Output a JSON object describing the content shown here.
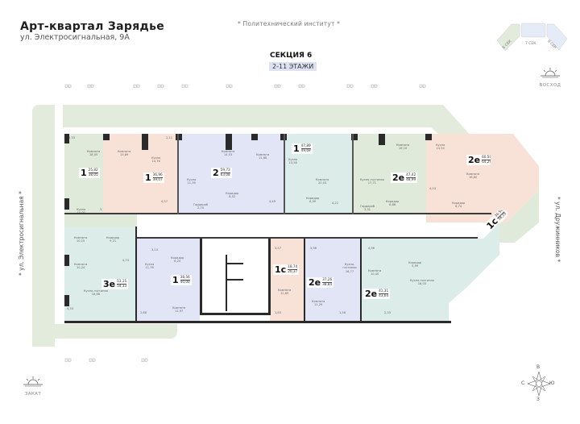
{
  "header": {
    "title": "Арт-квартал  Зарядье",
    "address": "ул. Электросигнальная, 9А",
    "landmark_note": "* Политехнический институт *"
  },
  "section": {
    "title": "СЕКЦИЯ 6",
    "floors": "2-11 ЭТАЖИ"
  },
  "key_plan": {
    "sections": [
      {
        "label": "6 СЕК",
        "color": "#e3ecdc",
        "highlighted": true
      },
      {
        "label": "7 СЕК",
        "color": "#e6ecf7",
        "highlighted": false
      },
      {
        "label": "8 СЕК",
        "color": "#e6ecf7",
        "highlighted": false
      }
    ]
  },
  "streets": {
    "left": "* ул. Электросигнальная *",
    "right": "* ул. Дружинников *"
  },
  "sun": {
    "sunrise": "ВОСХОД",
    "sunset": "ЗАКАТ"
  },
  "compass": {
    "north": "В",
    "south": "З",
    "west": "С",
    "east": "Ю"
  },
  "colors": {
    "green": "#dfeadb",
    "peach": "#f8e2d8",
    "lavender": "#e2e5f5",
    "mint": "#dcece9",
    "wall": "#2a2a2a",
    "park": "#e3ecdc",
    "section_badge": "#dde2f2"
  },
  "apartments": [
    {
      "id": "a1",
      "rooms": "1",
      "living": "25,82",
      "total": "38,05",
      "color": "green",
      "labels": [
        {
          "name": "Комната",
          "area": "18,05"
        },
        {
          "name": "Коридор",
          "area": "4,05"
        },
        {
          "name": "Кухня",
          "area": "10,00"
        },
        {
          "name": "",
          "area": "3,77"
        },
        {
          "name": "",
          "area": "2,33"
        }
      ]
    },
    {
      "id": "a2",
      "rooms": "1",
      "living": "36,96",
      "total": "39,07",
      "color": "peach",
      "labels": [
        {
          "name": "Комната",
          "area": "13,89"
        },
        {
          "name": "Кухня",
          "area": "14,76"
        },
        {
          "name": "Коридор",
          "area": "6,28"
        },
        {
          "name": "",
          "area": "4,57"
        },
        {
          "name": "",
          "area": "2,11"
        }
      ]
    },
    {
      "id": "a3",
      "rooms": "2",
      "living": "59,73",
      "total": "63,08",
      "color": "lavender",
      "labels": [
        {
          "name": "Кухня",
          "area": "11,39"
        },
        {
          "name": "Комната",
          "area": "14,53"
        },
        {
          "name": "Коридор",
          "area": "8,52"
        },
        {
          "name": "Гардероб",
          "area": "2,74"
        },
        {
          "name": "Комната",
          "area": "11,68"
        },
        {
          "name": "",
          "area": "1,73"
        },
        {
          "name": "",
          "area": "4,49"
        },
        {
          "name": "",
          "area": "1,81"
        }
      ]
    },
    {
      "id": "a4",
      "rooms": "1",
      "living": "47,89",
      "total": "49,69",
      "color": "mint",
      "labels": [
        {
          "name": "Кухня",
          "area": "13,58"
        },
        {
          "name": "Комната",
          "area": "20,03"
        },
        {
          "name": "Коридор",
          "area": "6,09"
        },
        {
          "name": "",
          "area": "4,22"
        },
        {
          "name": "Кладовая",
          "area": "1,36"
        },
        {
          "name": "",
          "area": "1,81"
        }
      ]
    },
    {
      "id": "a5",
      "rooms": "2e",
      "living": "47,42",
      "total": "48,99",
      "color": "green",
      "labels": [
        {
          "name": "Комната",
          "area": "16,10"
        },
        {
          "name": "Кухня-гостиная",
          "area": "17,71"
        },
        {
          "name": "Коридор",
          "area": "6,88"
        },
        {
          "name": "Гардероб",
          "area": "3,31"
        },
        {
          "name": "",
          "area": "4,43"
        },
        {
          "name": "",
          "area": "3,57"
        }
      ]
    },
    {
      "id": "a6",
      "rooms": "2e",
      "living": "60,50",
      "total": "64,29",
      "color": "peach",
      "labels": [
        {
          "name": "Кухня",
          "area": "14,54"
        },
        {
          "name": "Комната",
          "area": "16,80"
        },
        {
          "name": "Коридор",
          "area": "8,74"
        },
        {
          "name": "",
          "area": "4,03"
        },
        {
          "name": "",
          "area": "1,97"
        },
        {
          "name": "",
          "area": "3,79"
        }
      ]
    },
    {
      "id": "a7",
      "rooms": "1c",
      "living": "36,50",
      "total": "38,29",
      "color": "green",
      "labels": [
        {
          "name": "Комната",
          "area": "15,27"
        },
        {
          "name": "Кухня",
          "area": "9,84"
        },
        {
          "name": "",
          "area": "3,56"
        }
      ]
    },
    {
      "id": "a8",
      "rooms": "3e",
      "living": "53,15",
      "total": "54,33",
      "color": "mint",
      "labels": [
        {
          "name": "Комната",
          "area": "10,15"
        },
        {
          "name": "Коридор",
          "area": "9,21"
        },
        {
          "name": "Комната",
          "area": "10,24"
        },
        {
          "name": "",
          "area": "4,74"
        },
        {
          "name": "Кухня-гостиная",
          "area": "18,86"
        },
        {
          "name": "",
          "area": "4,33"
        }
      ]
    },
    {
      "id": "a9",
      "rooms": "1",
      "living": "38,56",
      "total": "40,00",
      "color": "lavender",
      "labels": [
        {
          "name": "Кухня",
          "area": "11,76"
        },
        {
          "name": "",
          "area": "3,14"
        },
        {
          "name": "Коридор",
          "area": "6,24"
        },
        {
          "name": "Комната",
          "area": "11,97"
        },
        {
          "name": "",
          "area": "2,88"
        }
      ]
    },
    {
      "id": "a10",
      "rooms": "1c",
      "living": "18,74",
      "total": "20,37",
      "color": "peach",
      "labels": [
        {
          "name": "",
          "area": "3,57"
        },
        {
          "name": "Комната",
          "area": "12,65"
        },
        {
          "name": "",
          "area": "1,63"
        }
      ]
    },
    {
      "id": "a11",
      "rooms": "2e",
      "living": "37,26",
      "total": "38,84",
      "color": "lavender",
      "labels": [
        {
          "name": "",
          "area": "3,96"
        },
        {
          "name": "Комната",
          "area": "11,29"
        },
        {
          "name": "Кухня-гостиная",
          "area": "16,77"
        },
        {
          "name": "",
          "area": "1,58"
        }
      ]
    },
    {
      "id": "a12",
      "rooms": "2e",
      "living": "41,31",
      "total": "43,64",
      "color": "mint",
      "labels": [
        {
          "name": "",
          "area": "4,96"
        },
        {
          "name": "Комната",
          "area": "10,40"
        },
        {
          "name": "Коридор",
          "area": "5,99"
        },
        {
          "name": "Кухня-гостиная",
          "area": "18,03"
        },
        {
          "name": "",
          "area": "2,33"
        }
      ]
    }
  ]
}
